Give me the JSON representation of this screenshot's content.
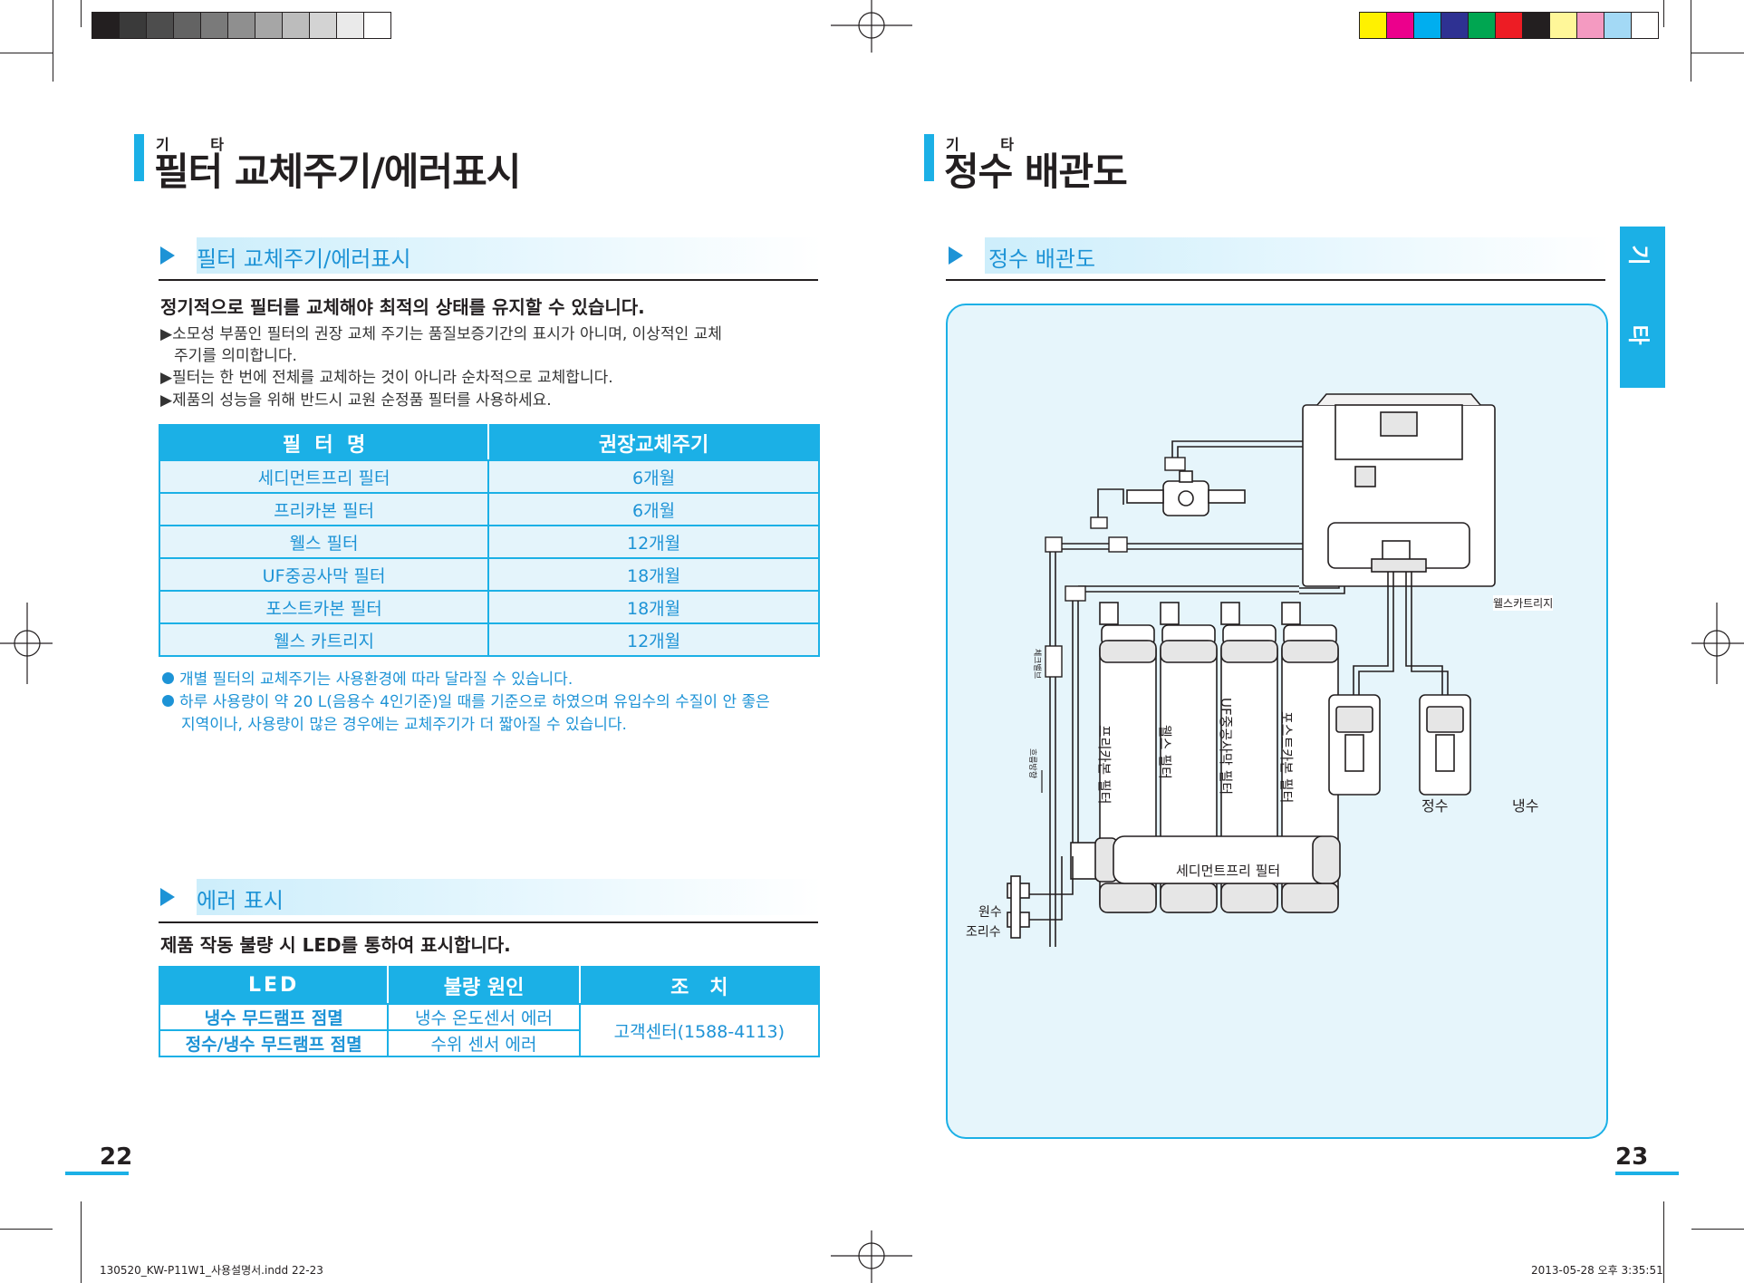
{
  "left_page": {
    "ruby": "기 타",
    "title": "필터 교체주기/에러표시",
    "section1_label": "필터 교체주기/에러표시",
    "lead1": "정기적으로 필터를 교체해야 최적의 상태를 유지할 수 있습니다.",
    "bullets": [
      "▶소모성 부품인 필터의 권장 교체 주기는 품질보증기간의 표시가 아니며, 이상적인 교체",
      "주기를 의미합니다.",
      "▶필터는 한 번에 전체를 교체하는 것이 아니라 순차적으로 교체합니다.",
      "▶제품의 성능을 위해 반드시 교원 순정품 필터를 사용하세요."
    ],
    "filter_table": {
      "headers": [
        "필  터  명",
        "권장교체주기"
      ],
      "rows": [
        [
          "세디먼트프리 필터",
          "6개월"
        ],
        [
          "프리카본 필터",
          "6개월"
        ],
        [
          "웰스 필터",
          "12개월"
        ],
        [
          "UF중공사막 필터",
          "18개월"
        ],
        [
          "포스트카본 필터",
          "18개월"
        ],
        [
          "웰스 카트리지",
          "12개월"
        ]
      ]
    },
    "notes": [
      "개별 필터의 교체주기는 사용환경에 따라 달라질 수 있습니다.",
      "하루 사용량이 약 20 L(음용수 4인기준)일 때를 기준으로 하였으며 유입수의 수질이 안 좋은",
      "지역이나, 사용량이 많은 경우에는 교체주기가 더 짧아질 수 있습니다."
    ],
    "section2_label": "에러 표시",
    "lead2": "제품 작동 불량 시 LED를 통하여 표시합니다.",
    "error_table": {
      "headers": [
        "LED",
        "불량 원인",
        "조   치"
      ],
      "rows": [
        [
          "냉수 무드램프 점멸",
          "냉수 온도센서 에러"
        ],
        [
          "정수/냉수 무드램프 점멸",
          "수위 센서 에러"
        ]
      ],
      "action": "고객센터(1588-4113)"
    },
    "page_number": "22"
  },
  "right_page": {
    "ruby": "기 타",
    "title": "정수 배관도",
    "section_label": "정수 배관도",
    "side_tab": [
      "기",
      "타"
    ],
    "diagram": {
      "filters_vertical": [
        "프리카본 필터",
        "웰스 필터",
        "UF중공사막 필터",
        "포스트카본 필터"
      ],
      "filter_horizontal": "세디먼트프리 필터",
      "cartridge_label": "웰스카트리지",
      "outlets": [
        "정수",
        "냉수"
      ],
      "inlets": [
        "원수",
        "조리수"
      ],
      "valve_label": "체크밸브",
      "flow_label": "흐름방향"
    },
    "page_number": "23"
  },
  "slug": {
    "file": "130520_KW-P11W1_사용설명서.indd   22-23",
    "date": "2013-05-28   오후 3:35:51"
  },
  "colors": {
    "accent": "#1bb0e6",
    "accent_text": "#1d93d6",
    "diagram_bg": "#e6f5fb",
    "gray_swatches": [
      "#231f20",
      "#3a3a3a",
      "#4d4d4d",
      "#636363",
      "#7a7a7a",
      "#8f8f8f",
      "#a6a6a6",
      "#bcbcbc",
      "#d3d3d3",
      "#eaeaea",
      "#ffffff"
    ],
    "color_swatches": [
      "#fff100",
      "#ec008c",
      "#00aeef",
      "#2e3192",
      "#00a651",
      "#ed1c24",
      "#231f20",
      "#fff799",
      "#f49ac1",
      "#a3d9f5",
      "#ffffff"
    ]
  }
}
